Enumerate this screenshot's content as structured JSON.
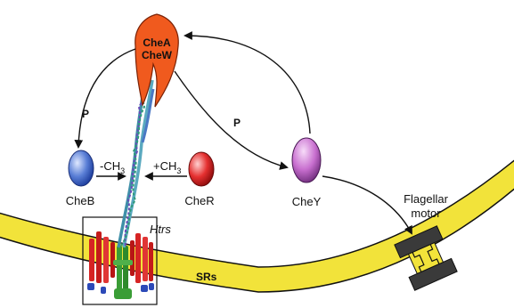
{
  "diagram": {
    "chea_label": "CheA",
    "chew_label": "CheW",
    "p_left": "P",
    "p_right": "P",
    "cheb_label": "CheB",
    "cher_label": "CheR",
    "chey_label": "CheY",
    "methyl_minus": "-CH",
    "methyl_plus": "+CH",
    "methyl_sub": "3",
    "htrs_label": "Htrs",
    "srs_label": "SRs",
    "motor_line1": "Flagellar",
    "motor_line2": "motor"
  },
  "colors": {
    "membrane_fill": "#f2e33a",
    "chea_fill": "#f05a1e",
    "cheb_fill": "#5a7fd6",
    "cher_fill": "#e53030",
    "chey_fill": "#c86fcf",
    "motor_fill": "#3a3a3a"
  }
}
